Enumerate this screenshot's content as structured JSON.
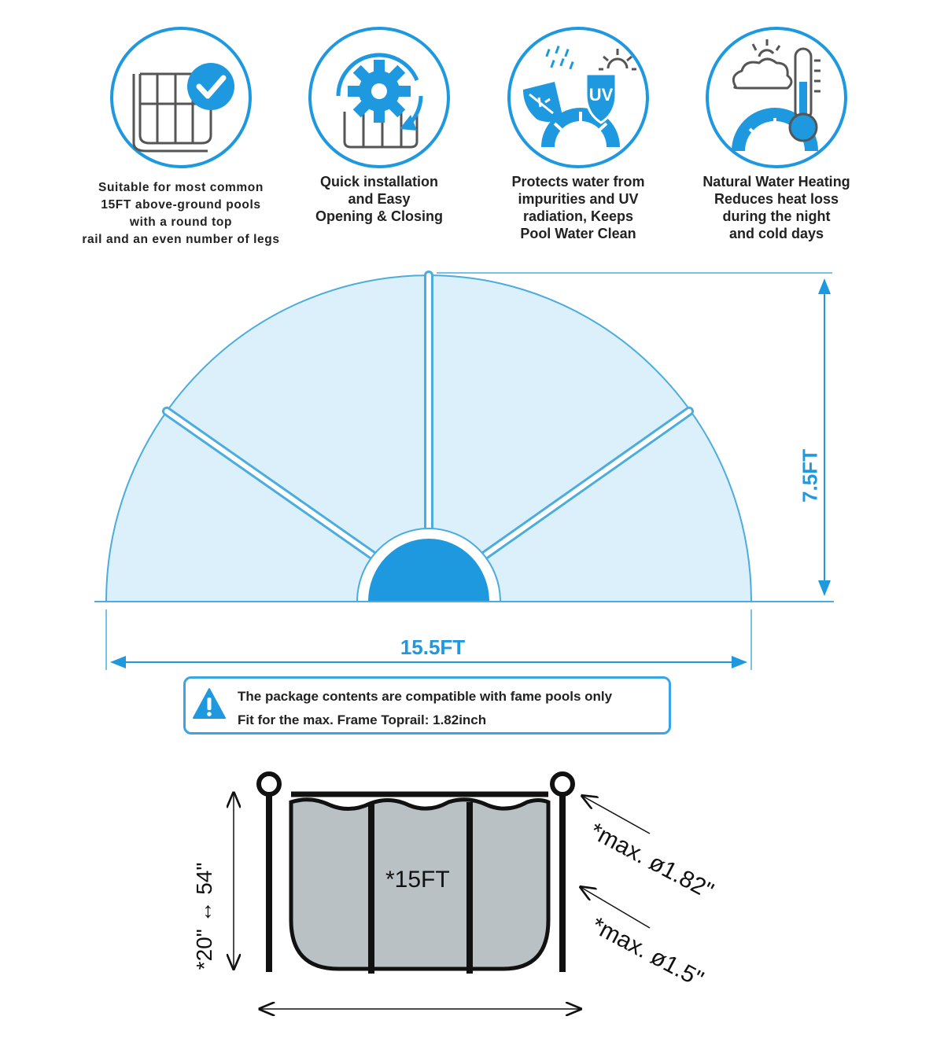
{
  "features": [
    {
      "icon": "pool-check-icon",
      "lines": [
        "Suitable for most common",
        "15FT above-ground pools",
        "with a round top",
        "rail and an even number of legs"
      ]
    },
    {
      "icon": "gear-cycle-icon",
      "lines": [
        "Quick installation",
        "and Easy",
        "Opening & Closing"
      ]
    },
    {
      "icon": "uv-shield-icon",
      "lines": [
        "Protects water from",
        "impurities and UV",
        "radiation, Keeps",
        "Pool Water Clean"
      ]
    },
    {
      "icon": "thermometer-icon",
      "lines": [
        "Natural Water Heating",
        "Reduces heat loss",
        "during the night",
        "and cold days"
      ]
    }
  ],
  "uv_badge": "UV",
  "cover": {
    "width_label": "15.5FT",
    "height_label": "7.5FT"
  },
  "notice": {
    "icon": "warning-icon",
    "line1": "The package contents are compatible with fame pools only",
    "line2": "Fit for the max. Frame Toprail: 1.82inch"
  },
  "pool": {
    "width_label": "*15FT",
    "depth_label": "*20\" ↔ 54\"",
    "toprail_label": "*max. ø1.82\"",
    "leg_label": "*max. ø1.5\""
  },
  "colors": {
    "accent": "#1e98de",
    "cover_fill": "#dcf0fb",
    "pool_fill": "#b9c1c4"
  }
}
